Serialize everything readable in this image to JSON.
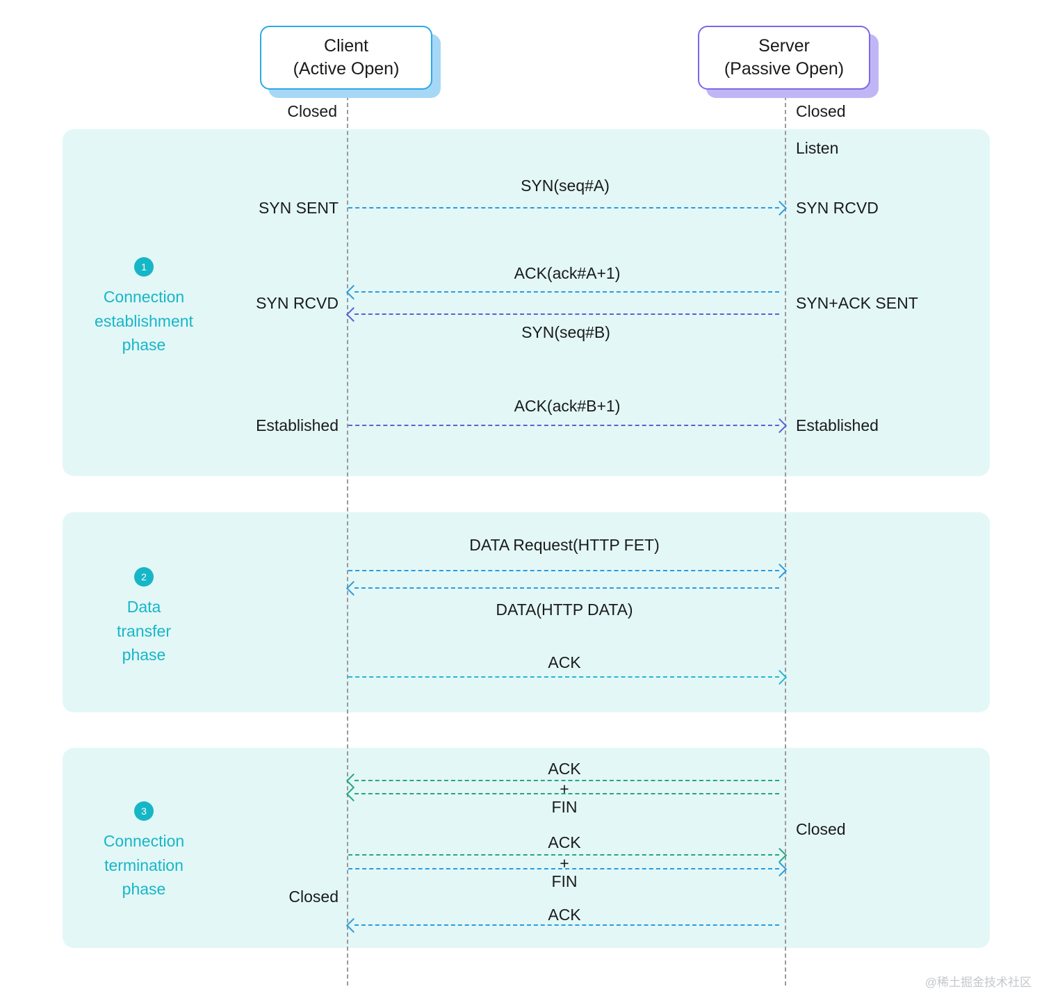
{
  "diagram": {
    "title": "TCP connection lifecycle sequence diagram",
    "colors": {
      "panel_bg": "#E3F7F7",
      "phase_accent": "#17B6C6",
      "client_border": "#2CA8E8",
      "client_shadow": "#A6D8F5",
      "server_border": "#7B68E8",
      "server_shadow": "#C0B6F5",
      "arrow_blue": "#2A9BE0",
      "arrow_purple": "#5B5FD6",
      "arrow_cyan": "#22B8CF",
      "arrow_green": "#26A583",
      "lifeline": "#9a9a9a",
      "text": "#1a1a1a",
      "watermark": "#c4c7cc"
    },
    "actors": [
      {
        "id": "client",
        "name": "Client",
        "sub": "(Active Open)",
        "initial_state": "Closed"
      },
      {
        "id": "server",
        "name": "Server",
        "sub": "(Passive Open)",
        "initial_state": "Closed"
      }
    ],
    "phases": [
      {
        "number": "1",
        "title": "Connection\nestablishment\nphase",
        "lines": [
          "Connection",
          "establishment",
          "phase"
        ]
      },
      {
        "number": "2",
        "title": "Data\ntransfer\nphase",
        "lines": [
          "Data",
          "transfer",
          "phase"
        ]
      },
      {
        "number": "3",
        "title": "Connection\ntermination\nphase",
        "lines": [
          "Connection",
          "termination",
          "phase"
        ]
      }
    ],
    "states": {
      "client_closed_top": "Closed",
      "server_closed_top": "Closed",
      "server_listen": "Listen",
      "client_syn_sent": "SYN SENT",
      "server_syn_rcvd": "SYN RCVD",
      "client_syn_rcvd": "SYN RCVD",
      "server_syn_ack_sent": "SYN+ACK SENT",
      "client_established": "Established",
      "server_established": "Established",
      "server_closed_end": "Closed",
      "client_closed_end": "Closed"
    },
    "messages": {
      "syn_seq_a": "SYN(seq#A)",
      "ack_ack_a1": "ACK(ack#A+1)",
      "syn_seq_b": "SYN(seq#B)",
      "ack_ack_b1": "ACK(ack#B+1)",
      "data_request": "DATA Request(HTTP FET)",
      "data_http": "DATA(HTTP DATA)",
      "ack": "ACK",
      "plus": "+",
      "fin": "FIN",
      "ack2": "ACK",
      "ack3": "ACK",
      "plus2": "+",
      "fin2": "FIN",
      "ack4": "ACK"
    },
    "watermark": "@稀土掘金技术社区"
  }
}
